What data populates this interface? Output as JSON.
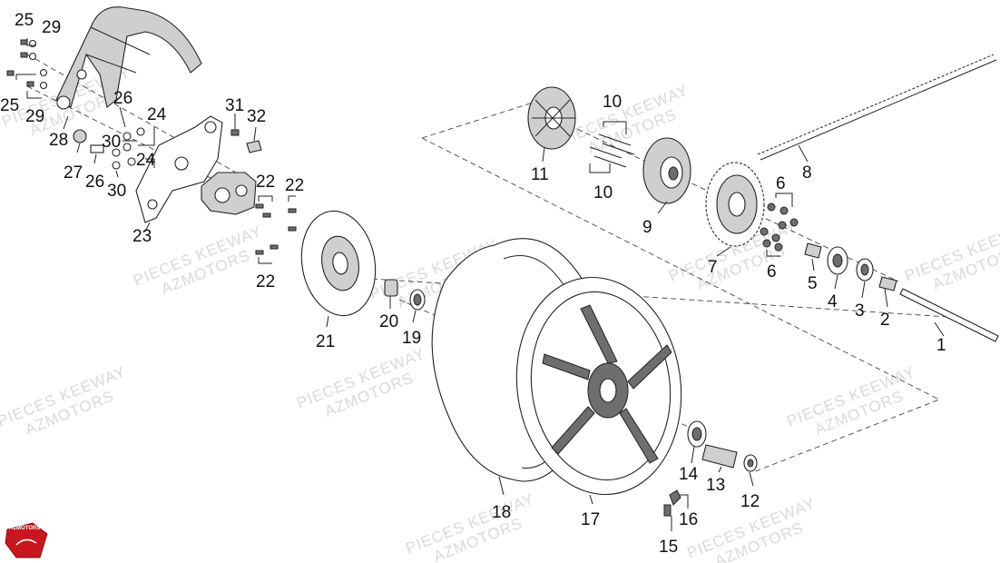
{
  "watermark": {
    "line1": "PIECES KEEWAY",
    "line2": "AZMOTORS"
  },
  "logo": {
    "text": "AZMOTORS",
    "color": "#c8171e"
  },
  "callouts": [
    {
      "id": "1",
      "label": "1"
    },
    {
      "id": "2",
      "label": "2"
    },
    {
      "id": "3",
      "label": "3"
    },
    {
      "id": "4",
      "label": "4"
    },
    {
      "id": "5",
      "label": "5"
    },
    {
      "id": "6a",
      "label": "6"
    },
    {
      "id": "6b",
      "label": "6"
    },
    {
      "id": "7",
      "label": "7"
    },
    {
      "id": "8",
      "label": "8"
    },
    {
      "id": "9",
      "label": "9"
    },
    {
      "id": "10a",
      "label": "10"
    },
    {
      "id": "10b",
      "label": "10"
    },
    {
      "id": "11",
      "label": "11"
    },
    {
      "id": "12",
      "label": "12"
    },
    {
      "id": "13",
      "label": "13"
    },
    {
      "id": "14",
      "label": "14"
    },
    {
      "id": "15",
      "label": "15"
    },
    {
      "id": "16",
      "label": "16"
    },
    {
      "id": "17",
      "label": "17"
    },
    {
      "id": "18",
      "label": "18"
    },
    {
      "id": "19",
      "label": "19"
    },
    {
      "id": "20",
      "label": "20"
    },
    {
      "id": "21",
      "label": "21"
    },
    {
      "id": "22a",
      "label": "22"
    },
    {
      "id": "22b",
      "label": "22"
    },
    {
      "id": "22c",
      "label": "22"
    },
    {
      "id": "23",
      "label": "23"
    },
    {
      "id": "24a",
      "label": "24"
    },
    {
      "id": "24b",
      "label": "24"
    },
    {
      "id": "25a",
      "label": "25"
    },
    {
      "id": "25b",
      "label": "25"
    },
    {
      "id": "26a",
      "label": "26"
    },
    {
      "id": "26b",
      "label": "26"
    },
    {
      "id": "27",
      "label": "27"
    },
    {
      "id": "28",
      "label": "28"
    },
    {
      "id": "29a",
      "label": "29"
    },
    {
      "id": "29b",
      "label": "29"
    },
    {
      "id": "30a",
      "label": "30"
    },
    {
      "id": "30b",
      "label": "30"
    },
    {
      "id": "31",
      "label": "31"
    },
    {
      "id": "32",
      "label": "32"
    }
  ]
}
